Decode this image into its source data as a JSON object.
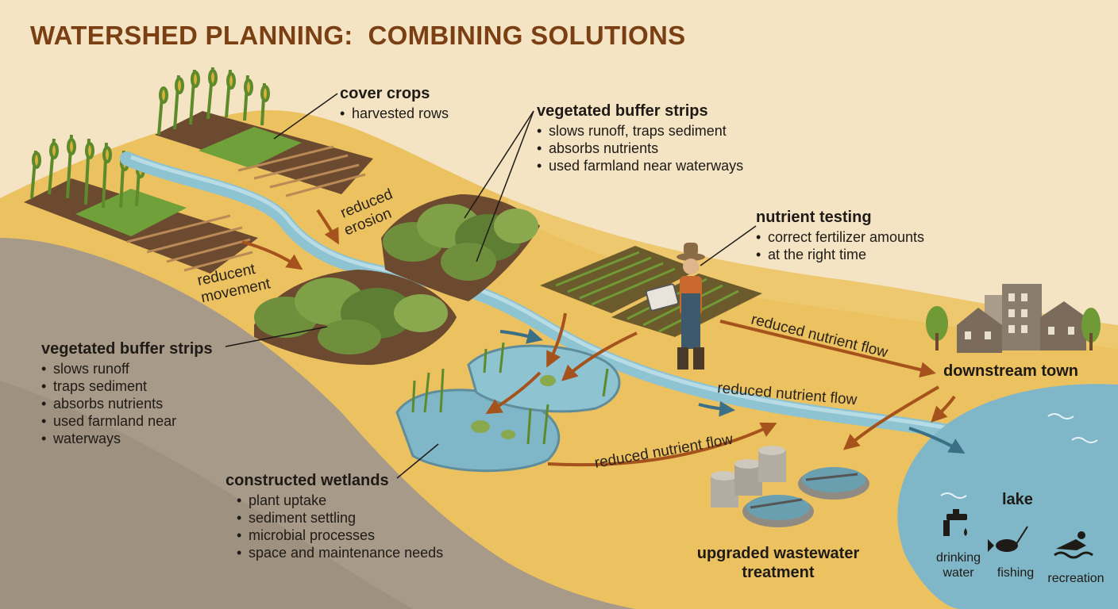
{
  "title": "WATERSHED PLANNING:  COMBINING SOLUTIONS",
  "labels": {
    "cover_crops": {
      "title": "cover crops",
      "items": [
        "harvested rows"
      ]
    },
    "buffer_top": {
      "title": "vegetated buffer strips",
      "items": [
        "slows runoff, traps sediment",
        "absorbs nutrients",
        "used farmland near waterways"
      ]
    },
    "nutrient_testing": {
      "title": "nutrient testing",
      "items": [
        "correct fertilizer amounts",
        "at the right time"
      ]
    },
    "buffer_left": {
      "title": "vegetated buffer strips",
      "items": [
        "slows runoff",
        "traps sediment",
        "absorbs nutrients",
        "used farmland near",
        "waterways"
      ]
    },
    "wetlands": {
      "title": "constructed wetlands",
      "items": [
        "plant uptake",
        "sediment settling",
        "microbial processes",
        "space and maintenance needs"
      ]
    }
  },
  "arrows": {
    "reduced_erosion": [
      "reduced",
      "erosion"
    ],
    "reducent_movement": [
      "reducent",
      "movement"
    ],
    "nutrient_flow_top": "reduced nutrient flow",
    "nutrient_flow_mid": "reduced nutrient flow",
    "nutrient_flow_low": "reduced nutrient flow"
  },
  "places": {
    "town": "downstream town",
    "treatment": [
      "upgraded wastewater",
      "treatment"
    ],
    "lake": "lake"
  },
  "lake_uses": [
    {
      "lines": [
        "drinking",
        "water"
      ],
      "icon": "faucet-icon"
    },
    {
      "lines": [
        "fishing"
      ],
      "icon": "fish-icon"
    },
    {
      "lines": [
        "recreation"
      ],
      "icon": "swimmer-icon"
    }
  ],
  "colors": {
    "title": "#7a3f12",
    "upland": "#ecc15f",
    "field_soil": "#6b4a30",
    "slope": "#a89a88",
    "water": "#8ec3d1",
    "lake": "#7fb7c8",
    "arrow": "#a5521c"
  }
}
